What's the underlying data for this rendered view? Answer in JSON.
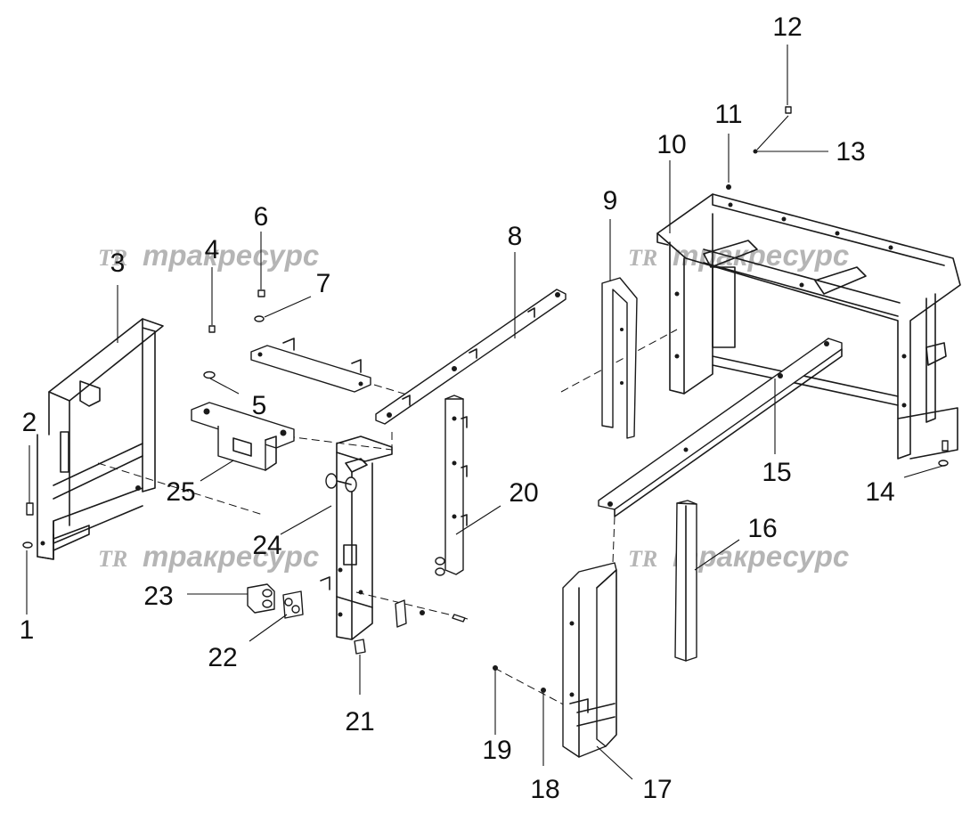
{
  "watermark": {
    "logo": "TR",
    "text": "тракресурс"
  },
  "callouts": [
    "1",
    "2",
    "3",
    "4",
    "5",
    "6",
    "7",
    "8",
    "9",
    "10",
    "11",
    "12",
    "13",
    "14",
    "15",
    "16",
    "17",
    "18",
    "19",
    "20",
    "21",
    "22",
    "23",
    "24",
    "25"
  ],
  "colors": {
    "line": "#1a1a1a",
    "watermark": "#a9a9a9",
    "background": "#ffffff"
  }
}
